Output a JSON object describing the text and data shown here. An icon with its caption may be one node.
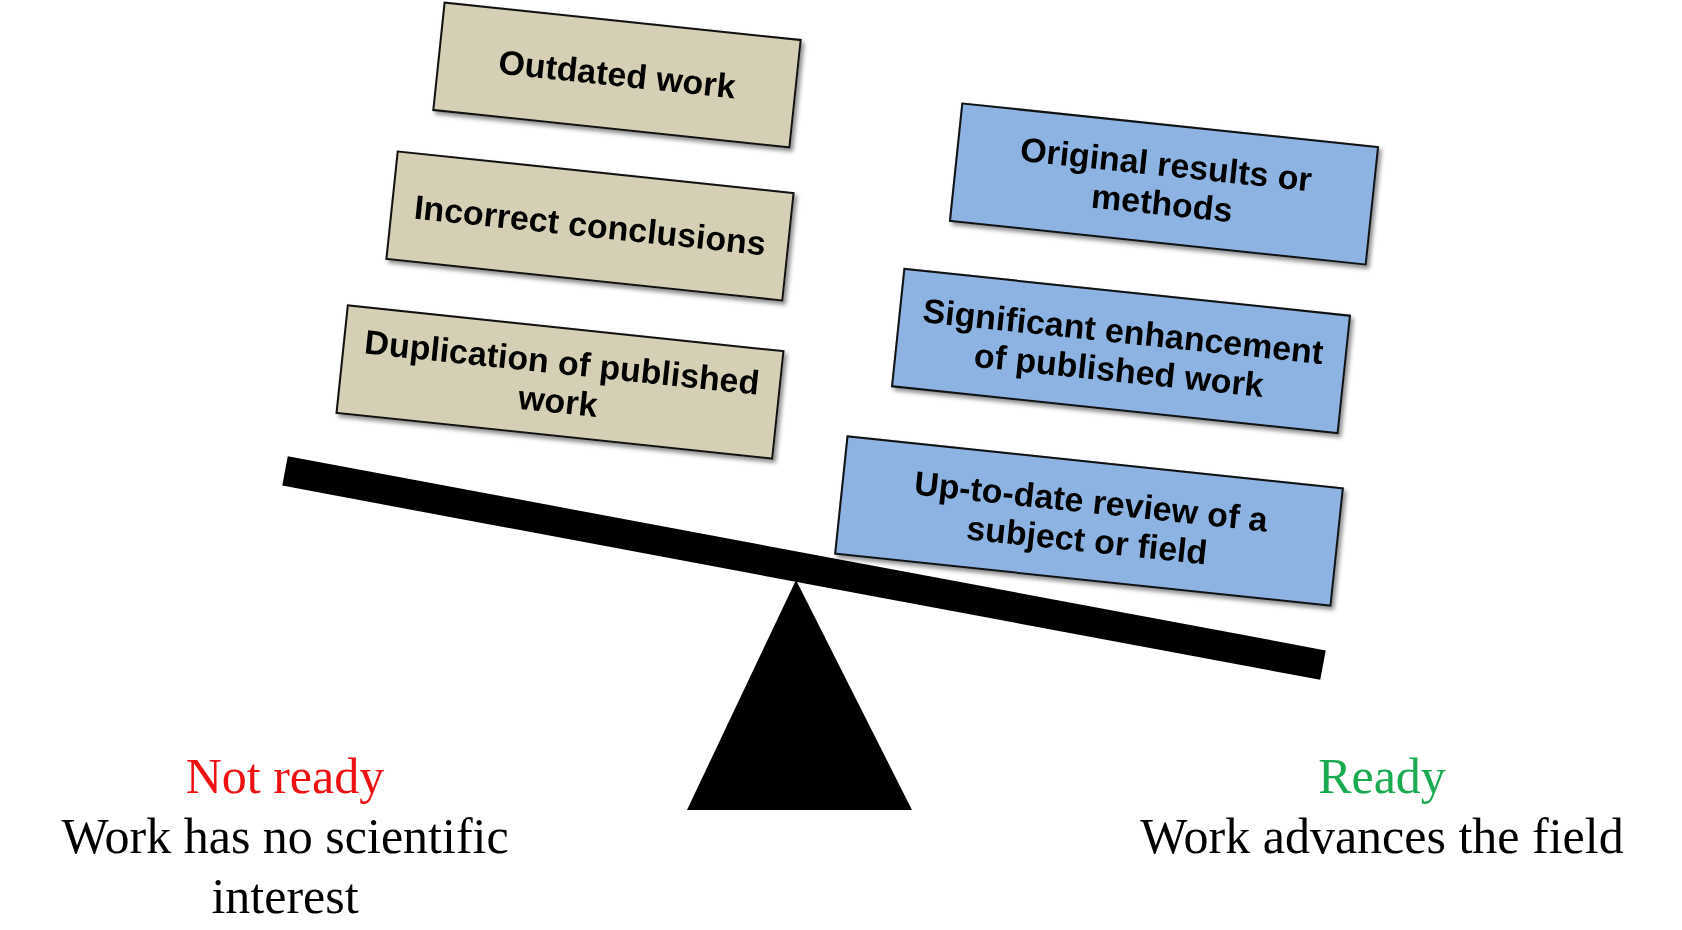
{
  "diagram": {
    "nodes": [
      {
        "text": [
          "Outdated work"
        ]
      },
      {
        "text": [
          "Incorrect conclusions"
        ]
      },
      {
        "text": [
          "Duplication of published work"
        ]
      },
      {
        "text": [
          "Original results or methods"
        ]
      },
      {
        "text": [
          "Significant enhancement of published work"
        ]
      },
      {
        "text": [
          "Up-to-date review of a subject or field"
        ]
      }
    ],
    "edges": [],
    "labels": [
      "Not ready",
      "Work has no scientific interest",
      "Ready",
      "Work advances the field"
    ]
  }
}
